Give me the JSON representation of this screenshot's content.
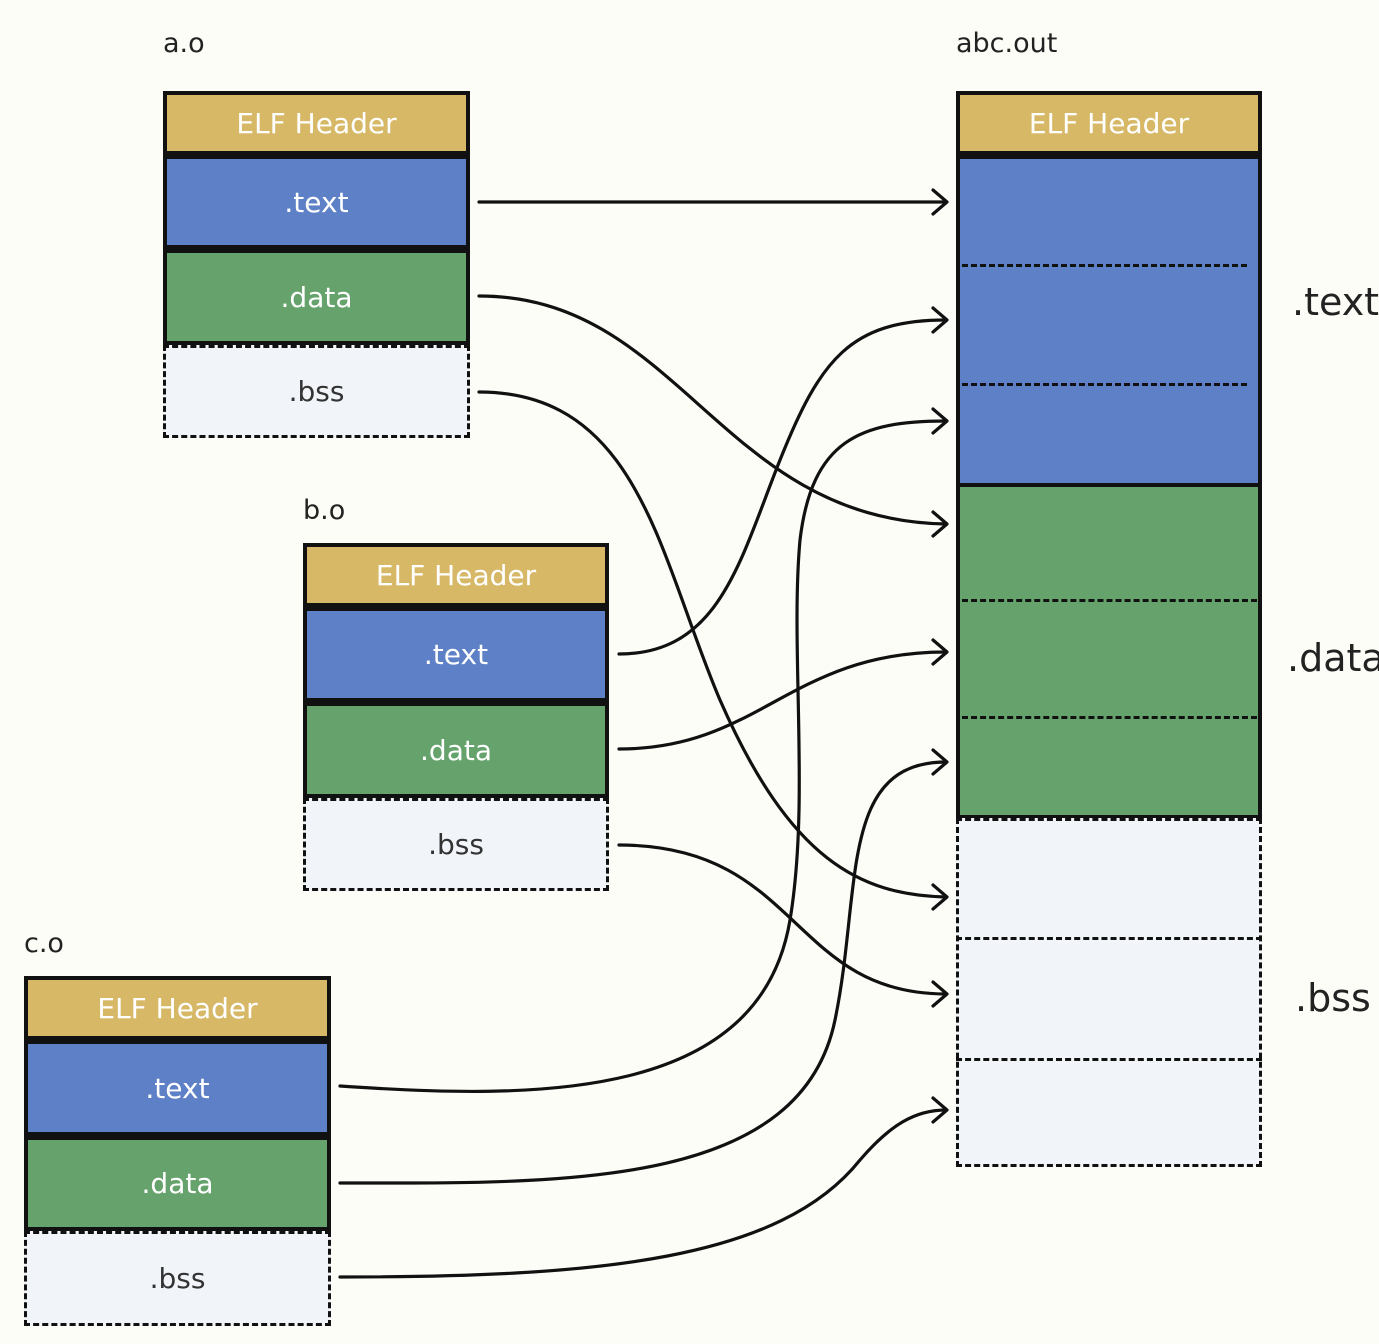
{
  "files": {
    "a": {
      "name": "a.o",
      "header": "ELF Header",
      "text": ".text",
      "data": ".data",
      "bss": ".bss"
    },
    "b": {
      "name": "b.o",
      "header": "ELF Header",
      "text": ".text",
      "data": ".data",
      "bss": ".bss"
    },
    "c": {
      "name": "c.o",
      "header": "ELF Header",
      "text": ".text",
      "data": ".data",
      "bss": ".bss"
    }
  },
  "output": {
    "name": "abc.out",
    "header": "ELF Header",
    "text_label": ".text",
    "data_label": ".data",
    "bss_label": ".bss"
  },
  "colors": {
    "header": "#d6b867",
    "text": "#5e80c6",
    "data": "#66a36c",
    "bss": "#f1f4f9"
  }
}
